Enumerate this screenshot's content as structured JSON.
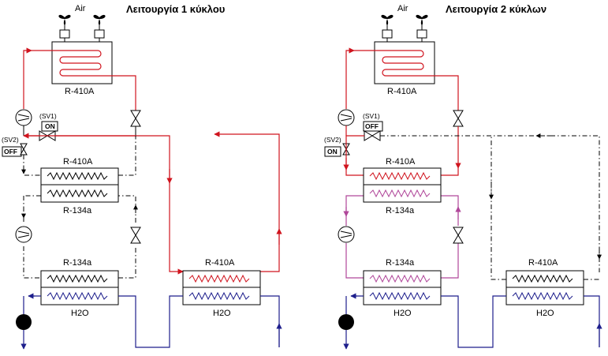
{
  "colors": {
    "hot_line": "#d0141e",
    "water_line": "#1e1f8c",
    "mid_line": "#b0479a",
    "control_line": "#000000"
  },
  "left": {
    "title": "Λειτουργία 1 κύκλου",
    "air_label": "Air",
    "condenser_label": "R-410A",
    "sv1_label": "(SV1)",
    "sv1_state": "ON",
    "sv2_label": "(SV2)",
    "sv2_state": "OFF",
    "hx_upper_top_label": "R-410A",
    "hx_upper_bottom_label": "R-134a",
    "hx_lower_label": "R-134a",
    "hx_right_label": "R-410A",
    "water_label_left": "H2O",
    "water_label_right": "H2O"
  },
  "right": {
    "title": "Λειτουργία 2 κύκλων",
    "air_label": "Air",
    "condenser_label": "R-410A",
    "sv1_label": "(SV1)",
    "sv1_state": "OFF",
    "sv2_label": "(SV2)",
    "sv2_state": "ON",
    "hx_upper_top_label": "R-410A",
    "hx_upper_bottom_label": "R-134a",
    "hx_lower_label": "R-134a",
    "hx_right_label": "R-410A",
    "water_label_left": "H2O",
    "water_label_right": "H2O"
  }
}
